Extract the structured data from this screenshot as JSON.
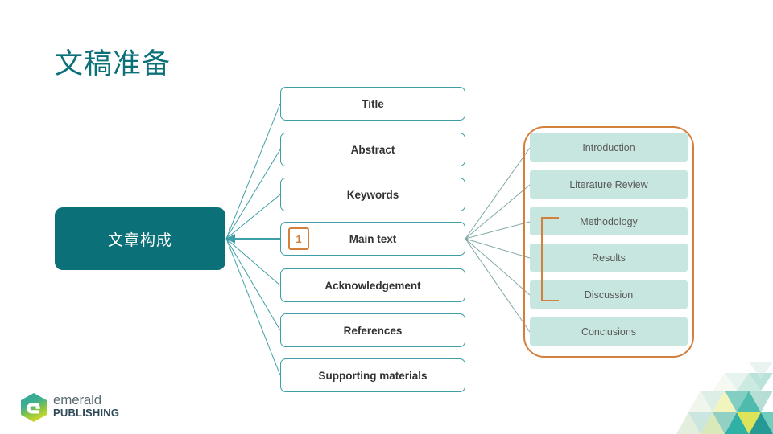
{
  "slide": {
    "title": "文稿准备",
    "background_color": "#FFFFFF"
  },
  "colors": {
    "teal": "#0B7078",
    "teal_border": "#3E9FA8",
    "mint_fill": "#C8E6E0",
    "orange": "#D2803C",
    "text_dark": "#333333",
    "text_gray": "#595959"
  },
  "root_node": {
    "label": "文章构成"
  },
  "middle_column": {
    "items": [
      {
        "label": "Title",
        "badge": null
      },
      {
        "label": "Abstract",
        "badge": null
      },
      {
        "label": "Keywords",
        "badge": null
      },
      {
        "label": "Main text",
        "badge": "1"
      },
      {
        "label": "Acknowledgement",
        "badge": null
      },
      {
        "label": "References",
        "badge": null
      },
      {
        "label": "Supporting materials",
        "badge": null
      }
    ]
  },
  "right_column": {
    "items": [
      {
        "label": "Introduction"
      },
      {
        "label": "Literature Review"
      },
      {
        "label": "Methodology"
      },
      {
        "label": "Results"
      },
      {
        "label": "Discussion"
      },
      {
        "label": "Conclusions"
      }
    ],
    "bracket_spans": [
      "Methodology",
      "Results",
      "Discussion"
    ]
  },
  "logo": {
    "mark": "emerald-hexagon-icon",
    "word_primary": "emerald",
    "word_secondary": "PUBLISHING"
  },
  "decoration": {
    "corner": "triangle-mosaic"
  }
}
